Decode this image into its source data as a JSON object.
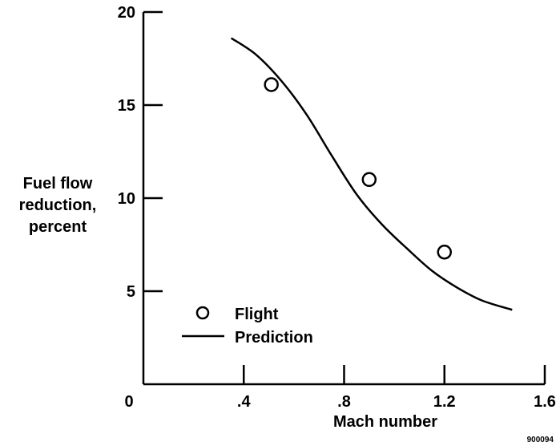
{
  "chart_data": {
    "type": "scatter",
    "xlabel": "Mach number",
    "ylabel_lines": [
      "Fuel flow",
      "reduction,",
      "percent"
    ],
    "xlim": [
      0,
      1.6
    ],
    "ylim": [
      0,
      20
    ],
    "x_ticks": [
      {
        "value": 0,
        "label": "0"
      },
      {
        "value": 0.4,
        "label": ".4"
      },
      {
        "value": 0.8,
        "label": ".8"
      },
      {
        "value": 1.2,
        "label": "1.2"
      },
      {
        "value": 1.6,
        "label": "1.6"
      }
    ],
    "y_ticks": [
      {
        "value": 5,
        "label": "5"
      },
      {
        "value": 10,
        "label": "10"
      },
      {
        "value": 15,
        "label": "15"
      },
      {
        "value": 20,
        "label": "20"
      }
    ],
    "series": [
      {
        "name": "Flight",
        "type": "scatter",
        "marker": "open-circle",
        "x": [
          0.51,
          0.9,
          1.2
        ],
        "y": [
          16.1,
          11.0,
          7.1
        ]
      },
      {
        "name": "Prediction",
        "type": "line",
        "x": [
          0.35,
          0.45,
          0.55,
          0.65,
          0.75,
          0.85,
          0.95,
          1.05,
          1.15,
          1.25,
          1.35,
          1.47
        ],
        "y": [
          18.6,
          17.7,
          16.3,
          14.5,
          12.3,
          10.2,
          8.6,
          7.3,
          6.1,
          5.2,
          4.5,
          4.0
        ]
      }
    ],
    "legend": {
      "position": "bottom-left",
      "items": [
        {
          "label": "Flight",
          "marker": "open-circle"
        },
        {
          "label": "Prediction",
          "marker": "line"
        }
      ]
    },
    "grid": false,
    "figure_id": "900094"
  }
}
